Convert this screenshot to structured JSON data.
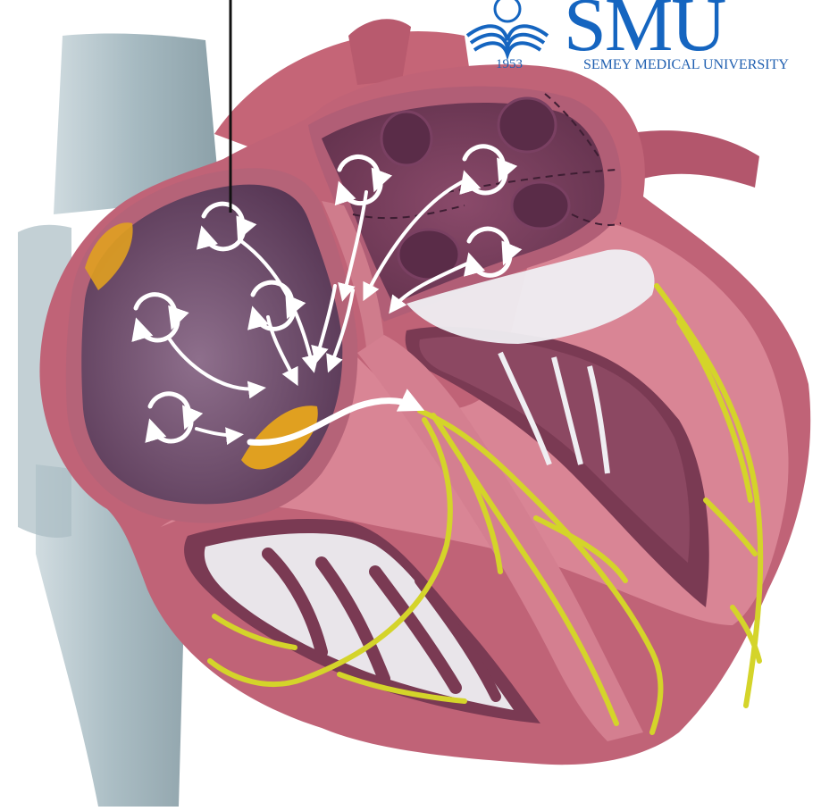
{
  "logo": {
    "letters": "SMU",
    "year": "1953",
    "university": "SEMEY MEDICAL UNIVERSITY",
    "color": "#1565c0"
  },
  "colors": {
    "vessel": "#9fb5bd",
    "heart_outer": "#b9596f",
    "heart_wall": "#d9828f",
    "chamber": "#6e3a55",
    "valve": "#eeeef2",
    "conduction": "#d4d42a",
    "node": "#e0a020",
    "arrow": "#ffffff"
  }
}
